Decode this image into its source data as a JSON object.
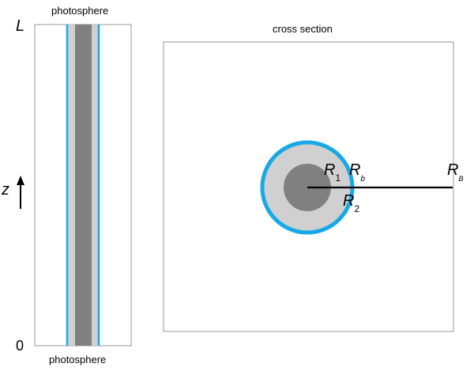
{
  "flux_tube": {
    "top_label": "photosphere",
    "bottom_label": "photosphere",
    "axis_top": "L",
    "axis_bottom": "0",
    "axis_variable": "z"
  },
  "cross_section": {
    "title": "cross section",
    "radii": [
      {
        "symbol": "R",
        "subscript": "1"
      },
      {
        "symbol": "R",
        "subscript": "b"
      },
      {
        "symbol": "R",
        "subscript": "2"
      },
      {
        "symbol": "R",
        "subscript": "B"
      }
    ]
  },
  "colors": {
    "core": "#808080",
    "shell": "#d0d0d0",
    "boundary": "#17a9e6",
    "frame": "#a8a8a8",
    "radius_line": "#000000"
  }
}
